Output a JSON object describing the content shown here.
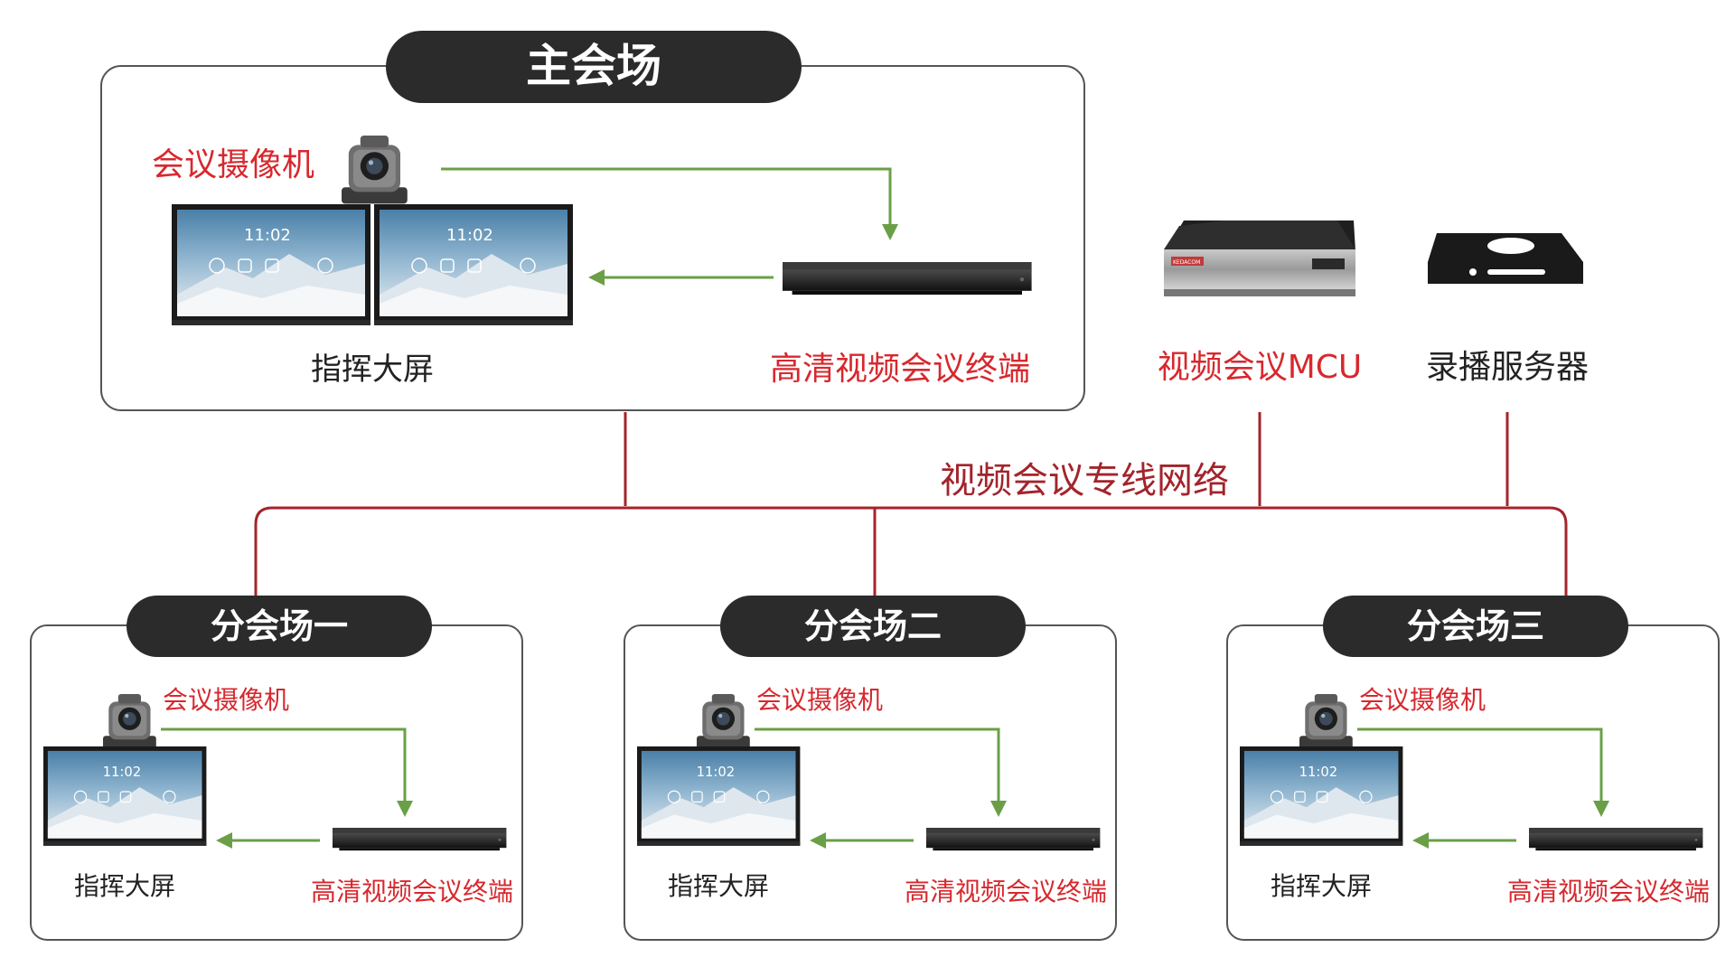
{
  "main_site": {
    "title": "主会场",
    "camera_label": "会议摄像机",
    "screen_label": "指挥大屏",
    "terminal_label": "高清视频会议终端",
    "screen_clock": "11:02"
  },
  "center": {
    "mcu_label": "视频会议MCU",
    "recorder_label": "录播服务器",
    "mcu_brand": "KEDACOM"
  },
  "network_label": "视频会议专线网络",
  "branches": [
    {
      "title": "分会场一",
      "camera_label": "会议摄像机",
      "screen_label": "指挥大屏",
      "terminal_label": "高清视频会议终端",
      "screen_clock": "11:02"
    },
    {
      "title": "分会场二",
      "camera_label": "会议摄像机",
      "screen_label": "指挥大屏",
      "terminal_label": "高清视频会议终端",
      "screen_clock": "11:02"
    },
    {
      "title": "分会场三",
      "camera_label": "会议摄像机",
      "screen_label": "指挥大屏",
      "terminal_label": "高清视频会议终端",
      "screen_clock": "11:02"
    }
  ],
  "colors": {
    "network_line": "#a3242b",
    "signal_arrow": "#6a9f47",
    "label_red": "#d7282e",
    "title_pill": "#2b2b2b"
  }
}
